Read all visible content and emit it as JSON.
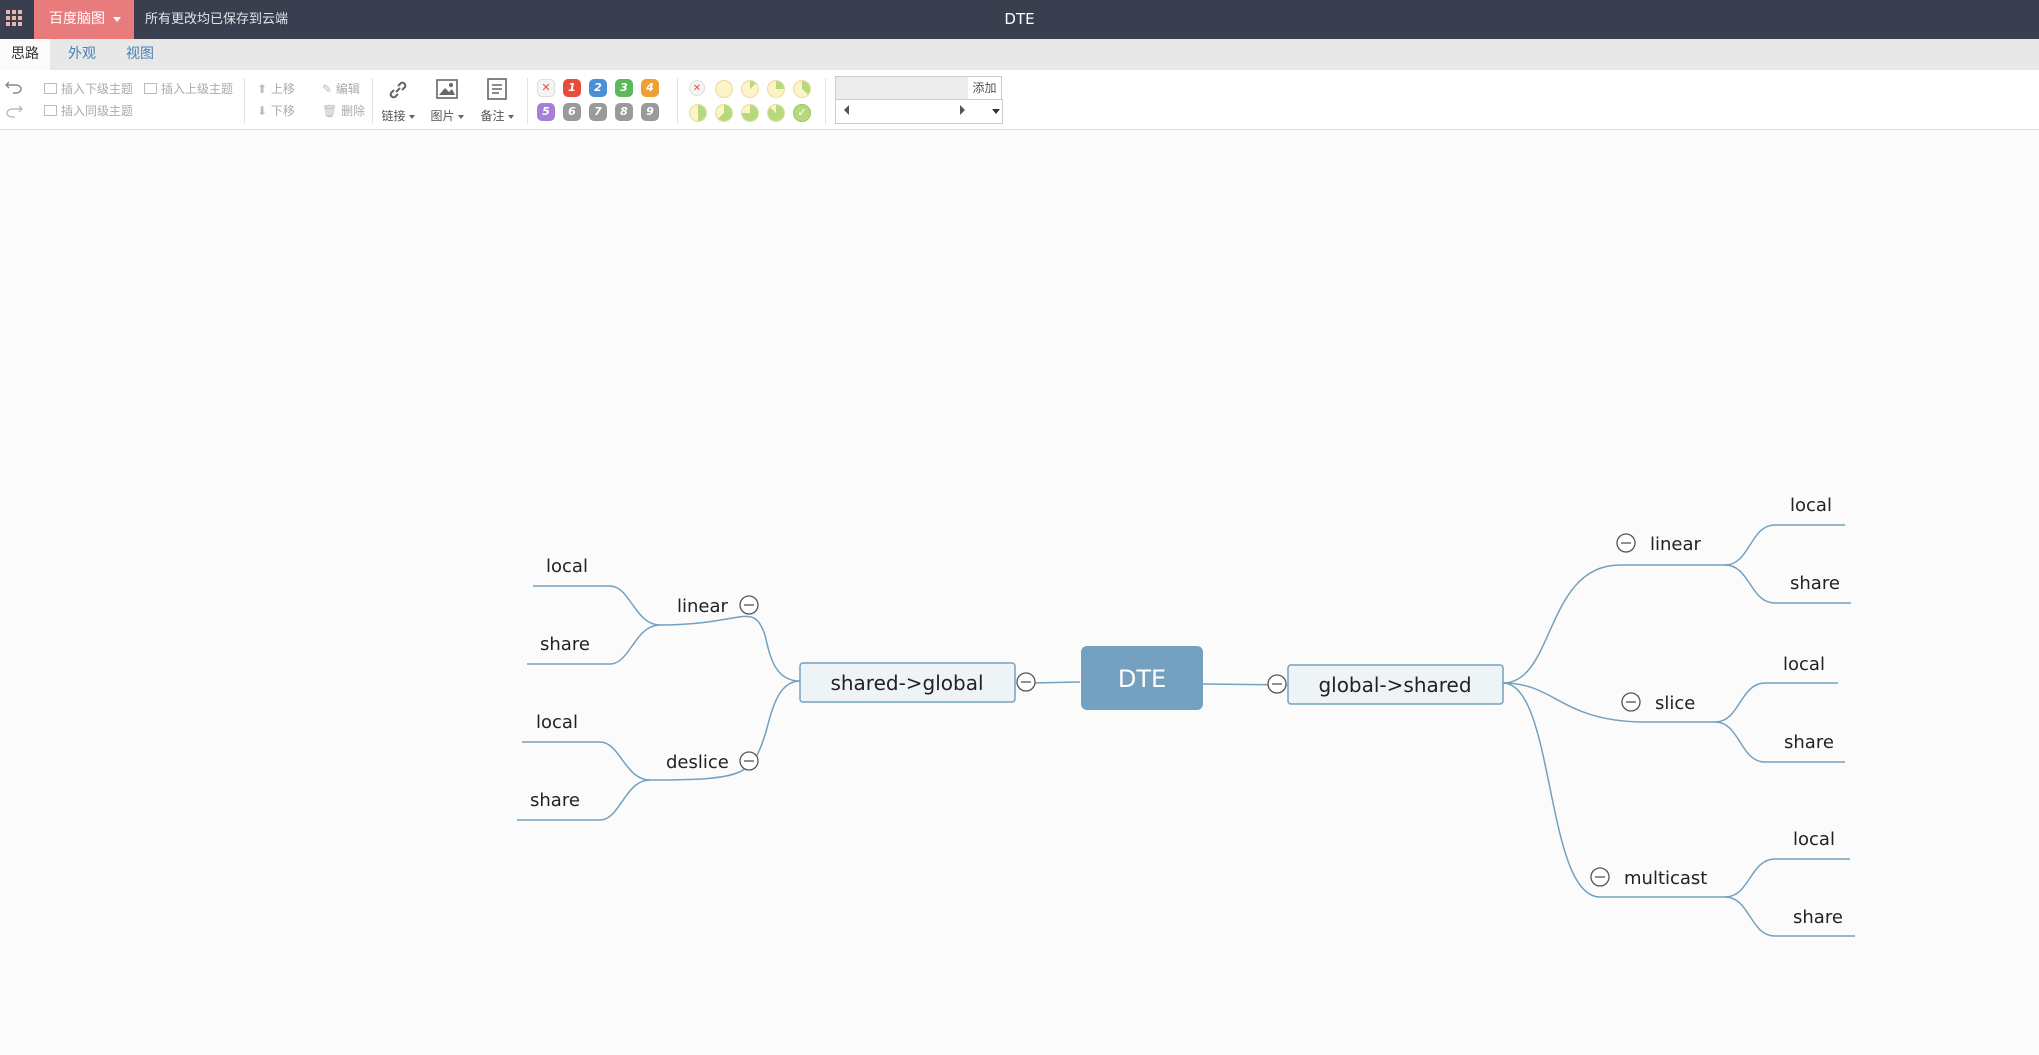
{
  "app": {
    "brand": "百度脑图",
    "save_status": "所有更改均已保存到云端",
    "document_title": "DTE"
  },
  "tabs": [
    {
      "label": "思路",
      "active": true
    },
    {
      "label": "外观",
      "active": false
    },
    {
      "label": "视图",
      "active": false
    }
  ],
  "toolbar": {
    "insert_child": "插入下级主题",
    "insert_parent": "插入上级主题",
    "insert_sibling": "插入同级主题",
    "move_up": "上移",
    "move_down": "下移",
    "edit": "编辑",
    "delete": "删除",
    "link": "链接",
    "image": "图片",
    "note": "备注",
    "priorities": [
      "1",
      "2",
      "3",
      "4",
      "5",
      "6",
      "7",
      "8",
      "9"
    ],
    "resource_add": "添加",
    "colors": {
      "p1": "#e74c3c",
      "p2": "#4a90d9",
      "p3": "#5cb85c",
      "p4": "#f0a030",
      "p5": "#a77fd6",
      "gray": "#9a9a9a",
      "progress": "#b7d97e",
      "progress_bg": "#fdf3c6"
    }
  },
  "mindmap": {
    "root": "DTE",
    "colors": {
      "root_fill": "#73a1bf",
      "edge": "#73a1bf",
      "branch_fill": "#eef3f6",
      "branch_stroke": "#73a1bf"
    },
    "left": {
      "label": "shared->global",
      "children": [
        {
          "label": "linear",
          "children": [
            "local",
            "share"
          ]
        },
        {
          "label": "deslice",
          "children": [
            "local",
            "share"
          ]
        }
      ]
    },
    "right": {
      "label": "global->shared",
      "children": [
        {
          "label": "linear",
          "children": [
            "local",
            "share"
          ]
        },
        {
          "label": "slice",
          "children": [
            "local",
            "share"
          ]
        },
        {
          "label": "multicast",
          "children": [
            "local",
            "share"
          ]
        }
      ]
    }
  }
}
